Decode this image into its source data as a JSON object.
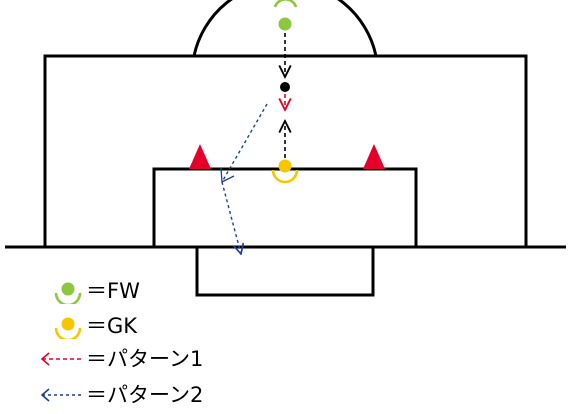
{
  "legend": {
    "fw": {
      "text": "＝FW",
      "color": "#8dc63f"
    },
    "gk": {
      "text": "＝GK",
      "color": "#f7c600"
    },
    "pattern1": {
      "text": "＝パターン1",
      "color": "#e4002b"
    },
    "pattern2": {
      "text": "＝パターン2",
      "color": "#1f3c9c"
    }
  },
  "colors": {
    "lines": "#000000",
    "cone": "#e4002b",
    "ball": "#000000"
  }
}
